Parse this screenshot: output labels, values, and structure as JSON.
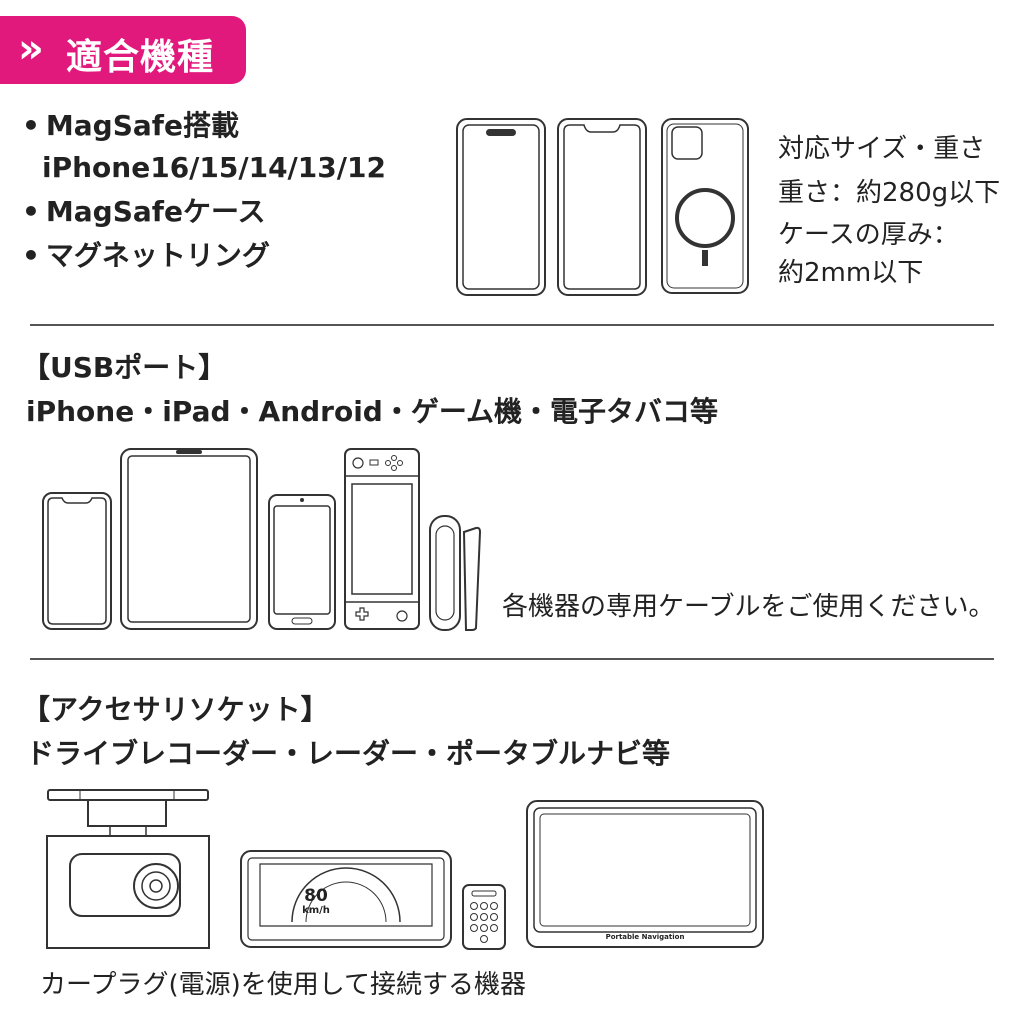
{
  "header": {
    "chevron": "»",
    "title": "適合機種"
  },
  "magsafe": {
    "items": [
      "MagSafe搭載",
      "iPhone16/15/14/13/12",
      "MagSafeケース",
      "マグネットリング"
    ],
    "spec_title": "対応サイズ・重さ",
    "spec_weight": "重さ：約280g以下",
    "spec_case_label": "ケースの厚み：",
    "spec_case_value": "約2mm以下"
  },
  "usb": {
    "heading": "【USBポート】",
    "devices": "iPhone・iPad・Android・ゲーム機・電子タバコ等",
    "note": "各機器の専用ケーブルをご使用ください。"
  },
  "accessory": {
    "heading": "【アクセサリソケット】",
    "devices": "ドライブレコーダー・レーダー・ポータブルナビ等",
    "speed": "80",
    "speed_unit": "km/h",
    "nav_label": "Portable Navigation",
    "note": "カープラグ(電源)を使用して接続する機器"
  },
  "colors": {
    "accent": "#e2197c",
    "line": "#333333"
  }
}
